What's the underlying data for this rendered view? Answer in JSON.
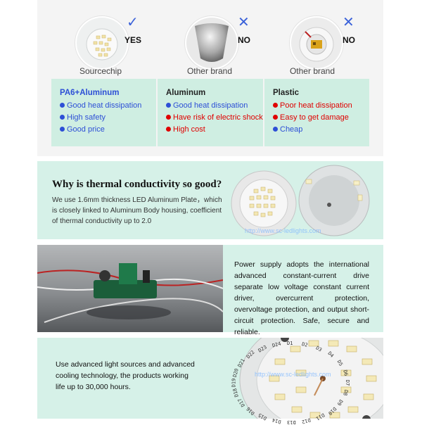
{
  "comparison": {
    "brands": [
      {
        "caption": "Sourcechip",
        "verdict": "YES",
        "mark": "✓",
        "mark_color": "#3b62d9"
      },
      {
        "caption": "Other brand",
        "verdict": "NO",
        "mark": "✕",
        "mark_color": "#3b62d9"
      },
      {
        "caption": "Other brand",
        "verdict": "NO",
        "mark": "✕",
        "mark_color": "#3b62d9"
      }
    ],
    "columns": [
      {
        "title": "PA6+Aluminum",
        "title_color": "#2d4fd6",
        "items": [
          {
            "text": "Good heat dissipation",
            "color": "#2d4fd6"
          },
          {
            "text": "High safety",
            "color": "#2d4fd6"
          },
          {
            "text": "Good price",
            "color": "#2d4fd6"
          }
        ]
      },
      {
        "title": "Aluminum",
        "title_color": "#222222",
        "items": [
          {
            "text": "Good heat dissipation",
            "color": "#2d4fd6"
          },
          {
            "text": "Have risk of electric shock",
            "color": "#e00000"
          },
          {
            "text": "High cost",
            "color": "#e00000"
          }
        ]
      },
      {
        "title": "Plastic",
        "title_color": "#222222",
        "items": [
          {
            "text": "Poor heat dissipation",
            "color": "#e00000"
          },
          {
            "text": "Easy to get damage",
            "color": "#e00000"
          },
          {
            "text": "Cheap",
            "color": "#2d4fd6"
          }
        ]
      }
    ]
  },
  "thermal": {
    "heading": "Why is thermal conductivity so good?",
    "body": "We use 1.6mm thickness LED Aluminum Plate，which is closely linked to Aluminum Body housing, coefficient of thermal conductivity up to 2.0",
    "watermark": "http://www.sc-ledlights.com"
  },
  "power": {
    "body": "Power supply adopts the international advanced constant-current drive separate low voltage constant current driver, overcurrent protection, overvoltage protection, and output short-circuit protection. Safe, secure and reliable."
  },
  "lifetime": {
    "body": "Use advanced light sources and advanced cooling technology, the products working life up to 30,000 hours.",
    "watermark": "http://www.sc-ledlights.com",
    "pcb_labels": [
      "D1",
      "D2",
      "D3",
      "D4",
      "D5",
      "D6",
      "D7",
      "D8",
      "D9",
      "D10",
      "D11",
      "D12",
      "D13",
      "D14",
      "D15",
      "D16",
      "D17",
      "D18",
      "D19",
      "D20",
      "D21",
      "D22",
      "D23",
      "D24"
    ]
  }
}
